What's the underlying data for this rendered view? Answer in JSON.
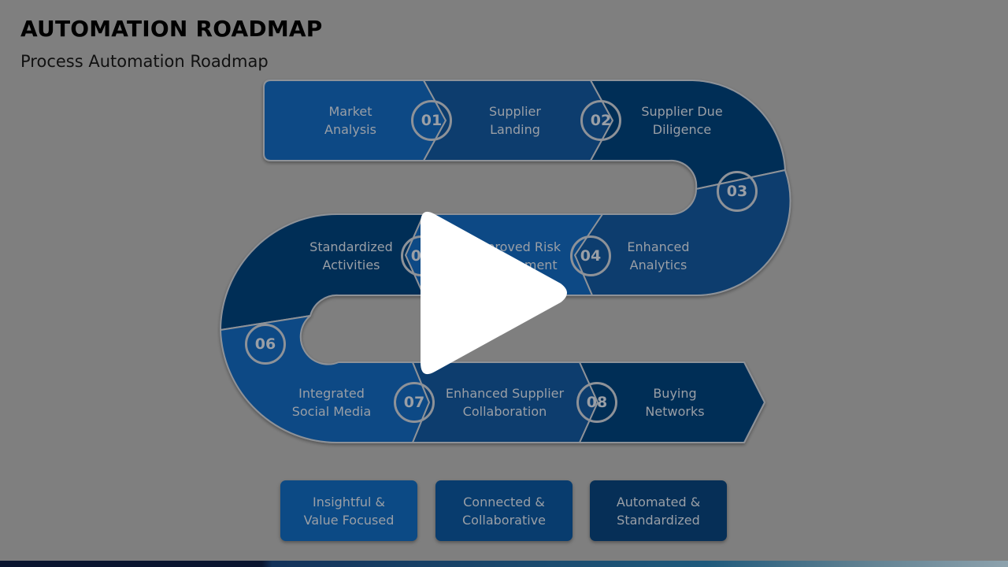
{
  "slide": {
    "title": "AUTOMATION ROADMAP",
    "subtitle": "Process Automation Roadmap"
  },
  "steps": [
    {
      "num": "01",
      "label_line1": "Market",
      "label_line2": "Analysis"
    },
    {
      "num": "02",
      "label_line1": "Supplier",
      "label_line2": "Landing"
    },
    {
      "num": "03",
      "label_line1": "Supplier Due",
      "label_line2": "Diligence"
    },
    {
      "num": "04",
      "label_line1": "Improved Risk",
      "label_line2": "Management"
    },
    {
      "num": "05",
      "label_line1": "Enhanced",
      "label_line2": "Analytics"
    },
    {
      "num": "06",
      "label_line1": "Standardized",
      "label_line2": "Activities"
    },
    {
      "num": "07",
      "label_line1": "Integrated",
      "label_line2": "Social Media"
    },
    {
      "num": "08",
      "label_line1": "Enhanced Supplier",
      "label_line2": "Collaboration"
    },
    {
      "num": "",
      "label_line1": "Buying",
      "label_line2": "Networks"
    }
  ],
  "cards": [
    {
      "line1": "Insightful &",
      "line2": "Value Focused"
    },
    {
      "line1": "Connected &",
      "line2": "Collaborative"
    },
    {
      "line1": "Automated &",
      "line2": "Standardized"
    }
  ],
  "colors": {
    "background": "#7f7f7f",
    "light_blue": "#0c4a85",
    "mid_blue": "#083c6e",
    "dark_blue": "#062f57"
  },
  "overlay": {
    "icon": "play-icon"
  }
}
